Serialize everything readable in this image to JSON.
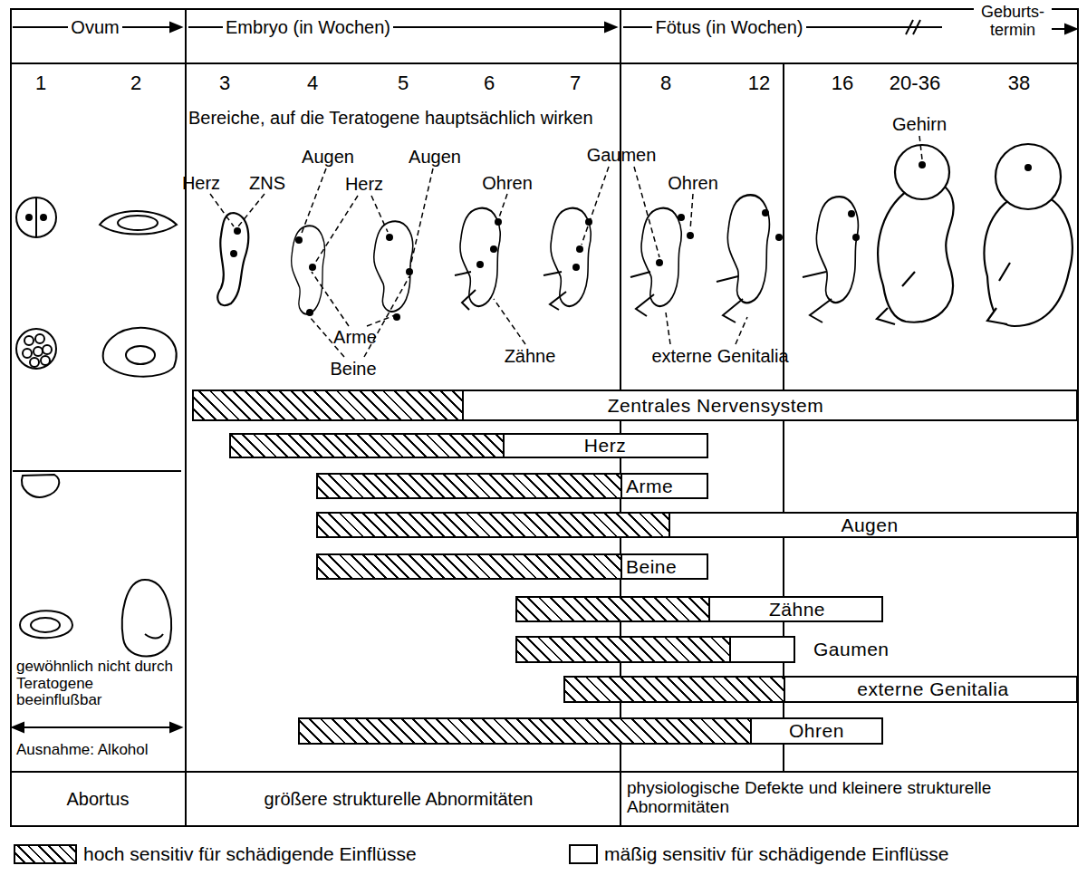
{
  "diagram": {
    "nodes": [
      {
        "text": [
          "Zentrales Nervensystem"
        ]
      },
      {
        "text": [
          "Herz"
        ]
      },
      {
        "text": [
          "Arme"
        ]
      },
      {
        "text": [
          "Augen"
        ]
      },
      {
        "text": [
          "Beine"
        ]
      },
      {
        "text": [
          "Zähne"
        ]
      },
      {
        "text": [
          "Gaumen"
        ]
      },
      {
        "text": [
          "externe Genitalia"
        ]
      },
      {
        "text": [
          "Ohren"
        ]
      }
    ],
    "labels": [
      "Ovum",
      "Embryo (in Wochen)",
      "Fötus (in Wochen)",
      "Geburts- termin",
      "1",
      "2",
      "3",
      "4",
      "5",
      "6",
      "7",
      "8",
      "12",
      "16",
      "20-36",
      "38",
      "Bereiche, auf die Teratogene hauptsächlich wirken",
      "Herz",
      "ZNS",
      "Augen",
      "Herz",
      "Augen",
      "Ohren",
      "Gaumen",
      "Ohren",
      "Gehirn",
      "Arme",
      "Beine",
      "Zähne",
      "externe Genitalia",
      "gewöhnlich nicht durch Teratogene beeinflußbar",
      "Ausnahme: Alkohol",
      "Abortus",
      "größere strukturelle Abnormitäten",
      "physiologische Defekte und kleinere strukturelle Abnormitäten"
    ],
    "legend": [
      {
        "text": "hoch sensitiv für schädigende Einflüsse"
      },
      {
        "text": "mäßig sensitiv für schädigende Einflüsse"
      }
    ]
  }
}
